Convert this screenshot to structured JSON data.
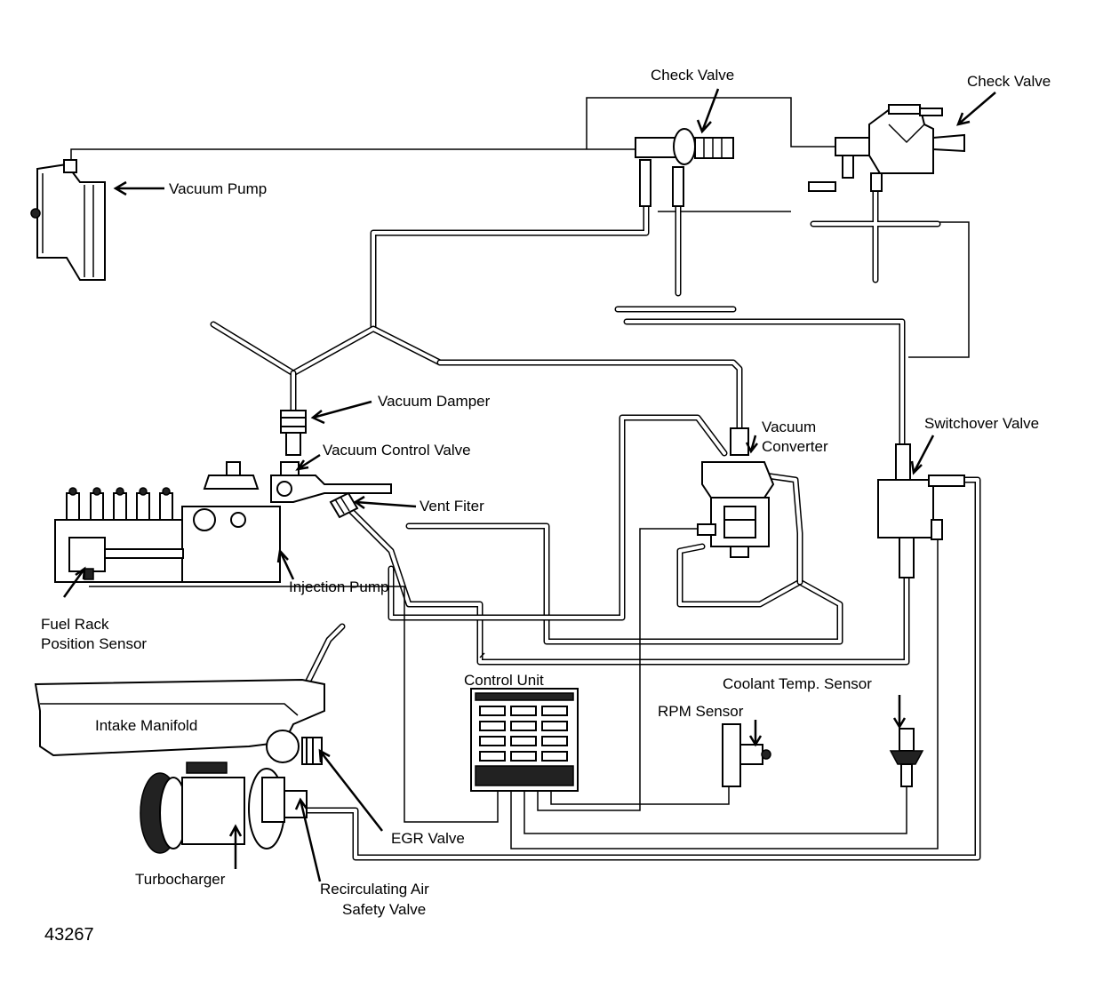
{
  "labels": {
    "check_valve_left": "Check Valve",
    "check_valve_right": "Check Valve",
    "vacuum_pump": "Vacuum Pump",
    "vacuum_damper": "Vacuum Damper",
    "vacuum_control_valve": "Vacuum Control Valve",
    "vent_filter": "Vent Fiter",
    "vacuum_converter_l1": "Vacuum",
    "vacuum_converter_l2": "Converter",
    "switchover_valve": "Switchover Valve",
    "injection_pump": "Injection Pump",
    "fuel_rack_l1": "Fuel Rack",
    "fuel_rack_l2": "Position Sensor",
    "control_unit": "Control Unit",
    "coolant_temp_sensor": "Coolant Temp. Sensor",
    "rpm_sensor": "RPM Sensor",
    "intake_manifold": "Intake Manifold",
    "egr_valve": "EGR Valve",
    "turbocharger": "Turbocharger",
    "recirc_l1": "Recirculating Air",
    "recirc_l2": "Safety Valve",
    "figure_number": "43267"
  }
}
